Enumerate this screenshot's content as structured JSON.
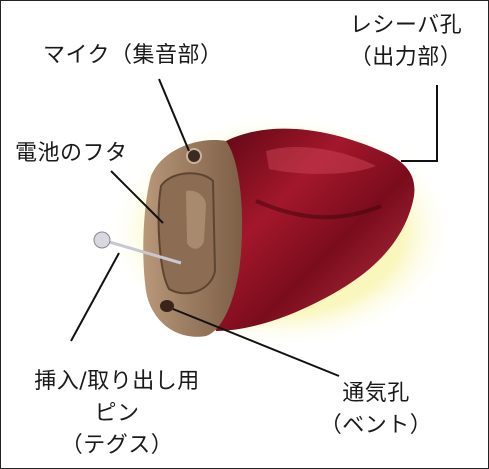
{
  "labels": {
    "microphone": "マイク（集音部）",
    "receiver_line1": "レシーバ孔",
    "receiver_line2": "（出力部）",
    "battery_door": "電池のフタ",
    "pin_line1": "挿入/取り出し用",
    "pin_line2": "ピン",
    "pin_line3": "（テグス）",
    "vent_line1": "通気孔",
    "vent_line2": "（ベント）"
  },
  "colors": {
    "shell_red": "#8a1020",
    "faceplate": "#9b7a60",
    "glow": "#f4f27a",
    "leader": "#111111"
  }
}
